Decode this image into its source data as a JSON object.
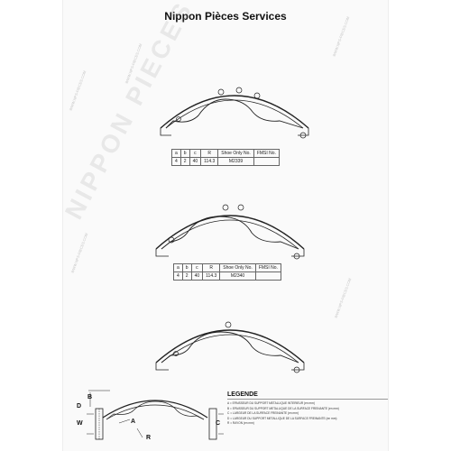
{
  "header": {
    "title": "Nippon Pièces Services"
  },
  "watermark": {
    "main": "NIPPON PIECES SERVICES",
    "site": "WWW.NPS-PIECES.COM"
  },
  "headers": [
    "a",
    "b",
    "c",
    "R",
    "Shoe Only No.",
    "FMSI No."
  ],
  "tables": [
    {
      "values": [
        "4",
        "2",
        "40",
        "114.3",
        "M2339",
        ""
      ]
    },
    {
      "values": [
        "4",
        "2",
        "40",
        "114.3",
        "M2340",
        ""
      ]
    }
  ],
  "legend": {
    "title": "LEGENDE",
    "lines": [
      "A = EPAISSEUR DU SUPPORT METALLIQUE INTERIEUR (en mm)",
      "B = EPAISSEUR DU SUPPORT METALLIQUE DE LA SURFACE FREINANTE (en mm)",
      "C = LARGEUR DE LA SURFACE FREINANTE (en mm)",
      "D = LARGEUR DU SUPPORT METALLIQUE DE LA SURFACE FREINANTE (en mm)",
      "R = RAYON (en mm)"
    ]
  },
  "dimensions": {
    "b": "B",
    "d": "D",
    "w": "W",
    "a": "A",
    "r": "R",
    "c": "C"
  }
}
